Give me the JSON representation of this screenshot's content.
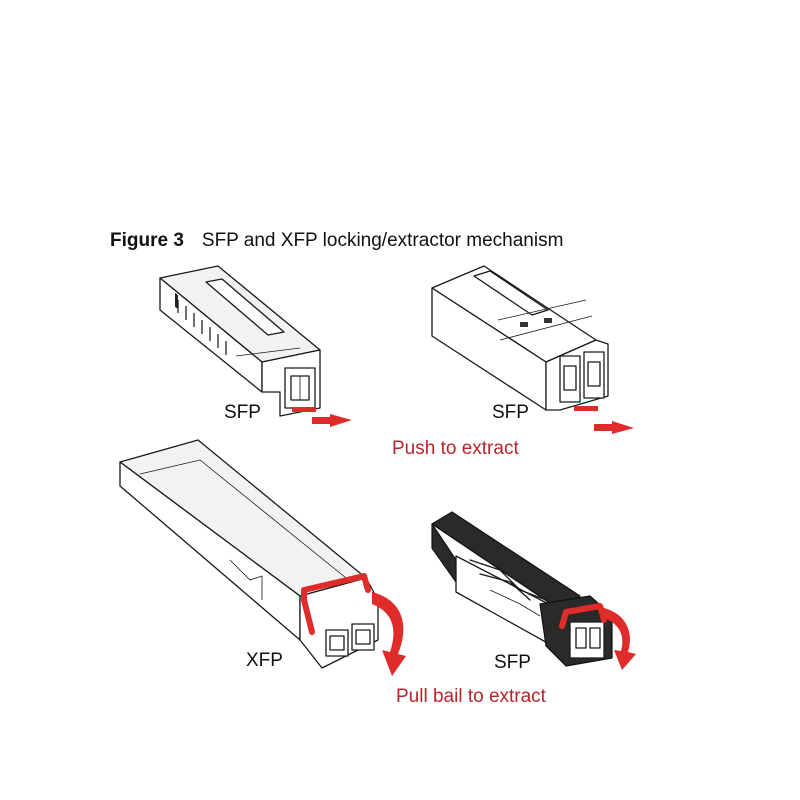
{
  "figure": {
    "number": "Figure 3",
    "title": "SFP and XFP locking/extractor mechanism"
  },
  "modules": [
    {
      "id": "sfp-top-left",
      "label": "SFP"
    },
    {
      "id": "sfp-top-right",
      "label": "SFP"
    },
    {
      "id": "xfp-bottom-left",
      "label": "XFP"
    },
    {
      "id": "sfp-bottom-right",
      "label": "SFP"
    }
  ],
  "captions": {
    "push": "Push to extract",
    "pull": "Pull bail to extract"
  },
  "colors": {
    "accent": "#e02b2b",
    "caption": "#b3262b",
    "line": "#1a1a1a"
  }
}
